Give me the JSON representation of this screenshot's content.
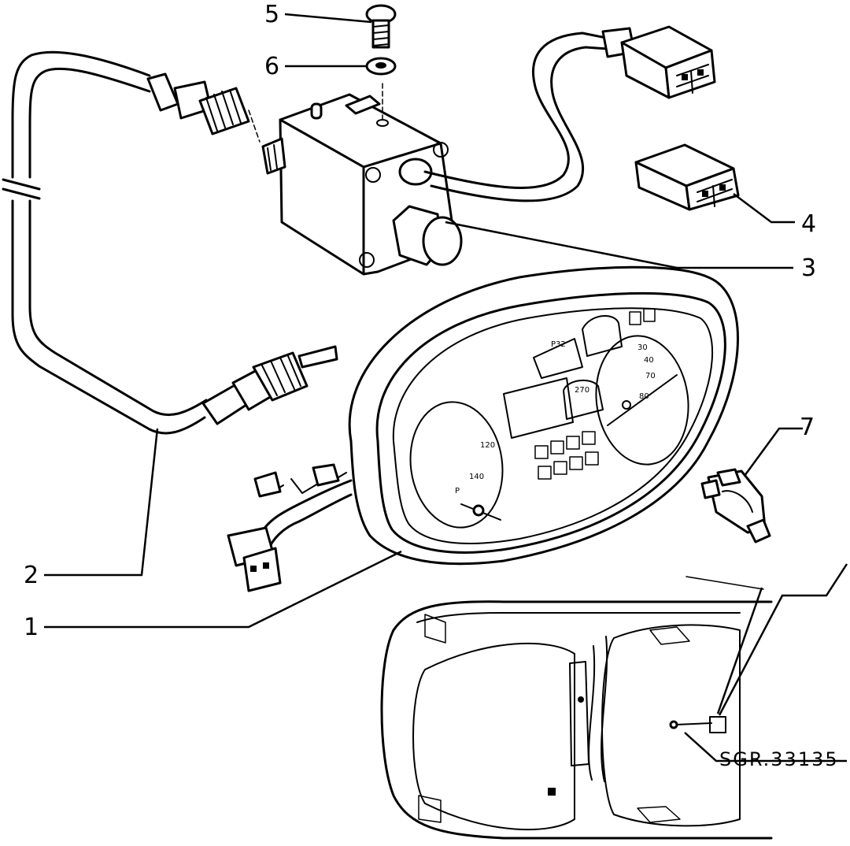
{
  "callouts": {
    "c1": "1",
    "c2": "2",
    "c3": "3",
    "c4": "4",
    "c5": "5",
    "c6": "6",
    "c7": "7"
  },
  "reference_code": "SGR.33135",
  "dial_markings": {
    "fuel": "P32",
    "temp": "270",
    "speed_a": "120",
    "speed_b": "140",
    "speed_c": "P",
    "tacho_a": "30",
    "tacho_b": "40",
    "tacho_c": "70",
    "tacho_d": "80"
  }
}
